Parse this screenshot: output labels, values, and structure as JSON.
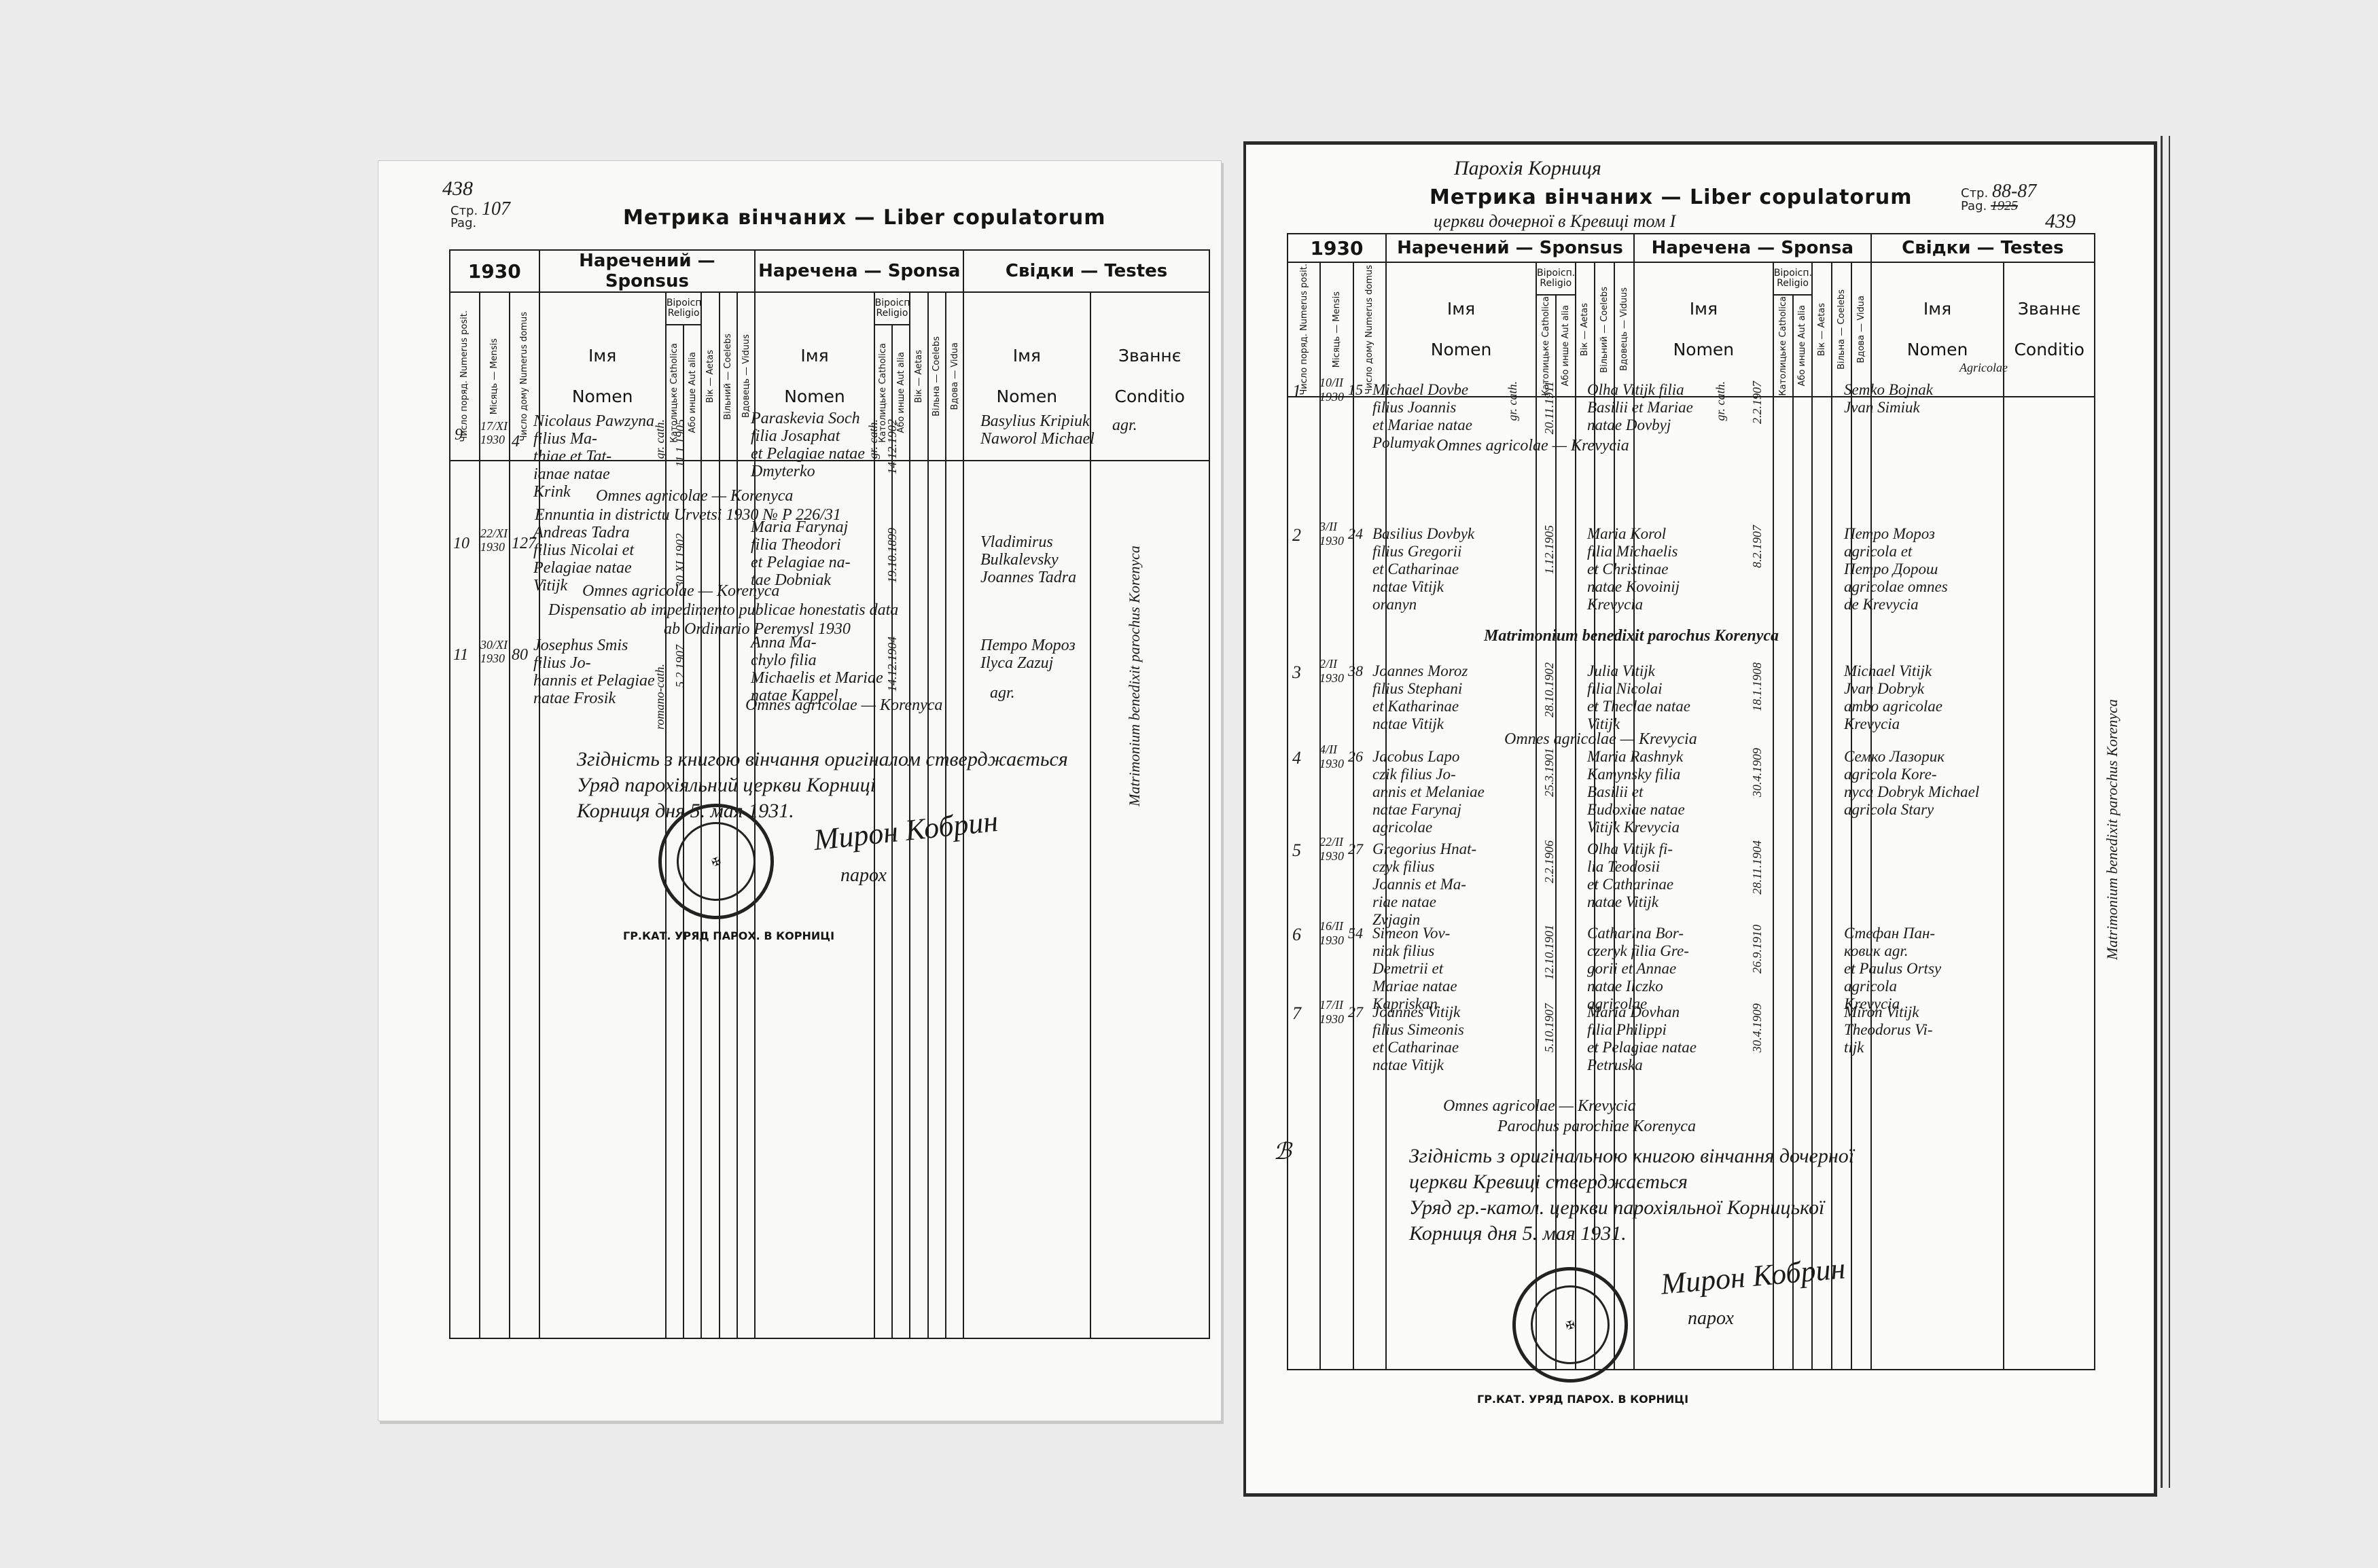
{
  "left": {
    "page_no": "438",
    "pag": {
      "str": "Стр.",
      "pag": "Pag.",
      "value": "107"
    },
    "title": "Метрика вінчаних — Liber copulatorum",
    "year": "1930",
    "headers": {
      "sponsus": "Наречений — Sponsus",
      "sponsa": "Наречена — Sponsa",
      "testes": "Свідки — Testes",
      "numerus": "Число поряд. Numerus posit.",
      "mensis": "Місяць — Mensis",
      "domus": "Число дому Numerus domus",
      "religio": "Віроісп. Religio",
      "catholica": "Католицьке Catholica",
      "alia": "Або инше Aut alia",
      "aetas": "Вік — Aetas",
      "coelebs": "Вільний — Coelebs",
      "viduus": "Вдовець — Viduus",
      "coelebs_f": "Вільна — Coelebs",
      "vidua": "Вдова — Vidua",
      "imya": "Імя",
      "nomen": "Nomen",
      "zvannye": "Званнє",
      "conditio": "Conditio"
    },
    "entries": [
      {
        "no": "9",
        "date": "17/XI\n1930",
        "house": "4",
        "groom": "Nicolaus Pawzyna\nfilius Ma-\nthiae et Tat-\nianae natae\nKrink",
        "g_rel": "gr. cath.",
        "g_age": "11.1.1905",
        "bride": "Paraskevia Soch\nfilia Josaphat\net Pelagiae natae\nDmyterko",
        "b_rel": "gr. cath.",
        "b_age": "14.12.1902",
        "testes": "Basylius Kripiuk\nNaworol Michael",
        "cond": "agr."
      },
      {
        "no": "10",
        "date": "22/XI\n1930",
        "house": "127",
        "groom": "Andreas Tadra\nfilius Nicolai et\nPelagiae natae\nVitijk",
        "g_rel": "",
        "g_age": "30.XI.1902",
        "bride": "Maria Farynaj\nfilia Theodori\net Pelagiae na-\ntae Dobniak",
        "b_rel": "",
        "b_age": "19.10.1899",
        "testes": "Vladimirus\nBulkalevsky\nJoannes Tadra",
        "cond": ""
      },
      {
        "no": "11",
        "date": "30/XI\n1930",
        "house": "80",
        "groom": "Josephus Smis\nfilius Jo-\nhannis et Pelagiae\nnatae Frosik",
        "g_rel": "romano-cath.",
        "g_age": "5.2.1907",
        "bride": "Anna Ma-\nchylo filia\nMichaelis et Mariae\nnatae Kappel",
        "b_rel": "",
        "b_age": "14.12.1904",
        "testes": "Петро Мороз\nIlyca Zazuj",
        "cond": "agr."
      }
    ],
    "inserts": [
      "Omnes agricolae — Korenyca",
      "Ennuntia in districtu Urvetsi 1930 № P 226/31",
      "Omnes agricolae — Korenyca",
      "Dispensatio ab impedimento publicae honestatis data",
      "ab Ordinario Peremysl 1930",
      "Omnes agricolae — Korenyca"
    ],
    "side_note": "Matrimonium benedixit parochus Korenyca",
    "certificate": "Згідність з книгою вінчання оригіналом стверджається\nУряд парохіяльний церкви Корниці\nКорниця дня 5. мая 1931.",
    "signature": "Мирон Кобрин",
    "signature_title": "парох",
    "stamp_text": "ГР.КАТ. УРЯД ПАРОХ. В КОРНИЦІ"
  },
  "right": {
    "header_hw": "Парохія Корниця",
    "sub_hw": "церкви дочерної в Кревиці том I",
    "pag": {
      "str": "Стр.",
      "pag": "Pag.",
      "value": "88-87",
      "struck": "1925"
    },
    "page_no": "439",
    "title": "Метрика вінчаних — Liber copulatorum",
    "year": "1930",
    "entries": [
      {
        "no": "1",
        "date": "10/II\n1930",
        "house": "15",
        "groom": "Michael Dovbe\nfilius Joannis\net Mariae natae\nPolumyak",
        "g_rel": "gr. cath.",
        "g_age": "20.11.1911",
        "bride": "Olha Vitijk filia\nBasilii et Mariae\nnatae Dovbyj",
        "b_rel": "gr. cath.",
        "b_age": "2.2.1907",
        "testes": "Semko Bojnak\nJvan Simiuk",
        "cond": "Agricolae"
      },
      {
        "no": "2",
        "date": "3/II\n1930",
        "house": "24",
        "groom": "Basilius Dovbyk\nfilius Gregorii\net Catharinae\nnatae Vitijk\noranyn",
        "g_rel": "",
        "g_age": "1.12.1905",
        "bride": "Maria Korol\nfilia Michaelis\net Christinae\nnatae Kovoinij\nKrevycia",
        "b_rel": "",
        "b_age": "8.2.1907",
        "testes": "Петро Мороз\nagricola et\nПетро Дорош\nagricolae omnes\nde Krevycia",
        "cond": ""
      },
      {
        "no": "3",
        "date": "2/II\n1930",
        "house": "38",
        "groom": "Joannes Moroz\nfilius Stephani\net Katharinae\nnatae Vitijk",
        "g_rel": "",
        "g_age": "28.10.1902",
        "bride": "Julia Vitijk\nfilia Nicolai\net Theclae natae\nVitijk",
        "b_rel": "",
        "b_age": "18.1.1908",
        "testes": "Michael Vitijk\nJvan Dobryk\nambo agricolae\nKrevycia",
        "cond": ""
      },
      {
        "no": "4",
        "date": "4/II\n1930",
        "house": "26",
        "groom": "Jacobus Lapo\nczik filius Jo-\nannis et Melaniae\nnatae Farynaj\nagricolae",
        "g_rel": "",
        "g_age": "25.3.1901",
        "bride": "Maria Rashnyk\nKamynsky filia\nBasilii et\nEudoxiae natae\nVitijk Krevycia",
        "b_rel": "",
        "b_age": "30.4.1909",
        "testes": "Семко Лазорик\nagricola Kore-\nnyca Dobryk Michael\nagricola Stary",
        "cond": ""
      },
      {
        "no": "5",
        "date": "22/II\n1930",
        "house": "27",
        "groom": "Gregorius Hnat-\nczyk filius\nJoannis et Ma-\nriae natae\nZvjagin",
        "g_rel": "",
        "g_age": "2.2.1906",
        "bride": "Olha Vitijk fi-\nlia Teodosii\net Catharinae\nnatae Vitijk",
        "b_rel": "",
        "b_age": "28.11.1904",
        "testes": "",
        "cond": ""
      },
      {
        "no": "6",
        "date": "16/II\n1930",
        "house": "54",
        "groom": "Simeon Vov-\nniak filius\nDemetrii et\nMariae natae\nKapriskan",
        "g_rel": "",
        "g_age": "12.10.1901",
        "bride": "Catharina Bor-\nczeryk filia Gre-\ngorii et Annae\nnatae Ilczko\nagricolae",
        "b_rel": "",
        "b_age": "26.9.1910",
        "testes": "Стефан Пан-\nковик agr.\net Paulus Ortsy\nagricola\nKrevycia",
        "cond": ""
      },
      {
        "no": "7",
        "date": "17/II\n1930",
        "house": "27",
        "groom": "Joannes Vitijk\nfilius Simeonis\net Catharinae\nnatae Vitijk",
        "g_rel": "",
        "g_age": "5.10.1907",
        "bride": "Maria Dovhan\nfilia Philippi\net Pelagiae natae\nPetruska",
        "b_rel": "",
        "b_age": "30.4.1909",
        "testes": "Miron Vitijk\nTheodorus Vi-\ntijk",
        "cond": ""
      }
    ],
    "inserts": [
      "Omnes agricolae — Krevycia",
      "Matrimonium benedixit parochus Korenyca",
      "Omnes agricolae — Krevycia",
      "Omnes agricolae — Krevycia",
      "Parochus parochiae Korenyca"
    ],
    "side_note": "Matrimonium benedixit parochus Korenyca",
    "certificate": "Згідність з оригінальною книгою вінчання дочерної\nцеркви Кревиці стверджається\nУряд гр.-катол. церкви парохіяльної Корницької\nКорниця дня 5. мая 1931.",
    "signature": "Мирон Кобрин",
    "signature_title": "парох",
    "stamp_text": "ГР.КАТ. УРЯД ПАРОХ. В КОРНИЦІ",
    "margin_mark": "ℬ"
  }
}
